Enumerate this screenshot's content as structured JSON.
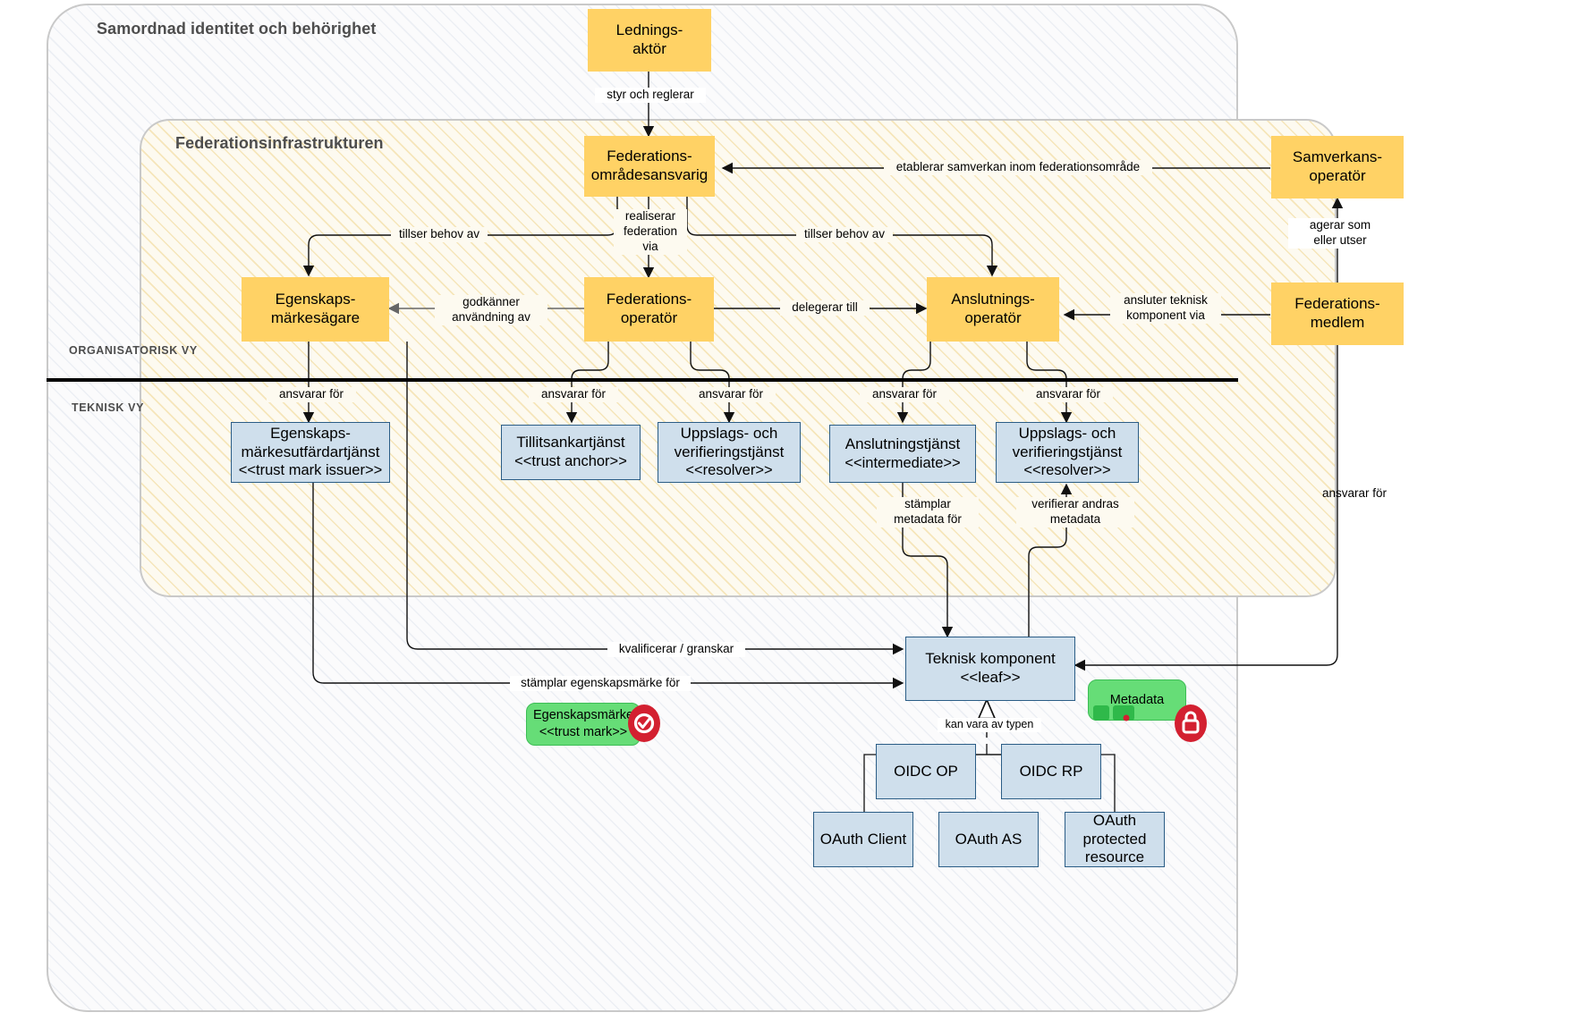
{
  "zones": {
    "outer_title": "Samordnad identitet och behörighet",
    "inner_title": "Federationsinfrastrukturen",
    "view_org": "ORGANISATORISK VY",
    "view_tech": "TEKNISK VY"
  },
  "colors": {
    "org_node": "#FFD265",
    "tech_node": "#CFDFEC",
    "tech_border": "#2B5D86",
    "badge_green": "#66DD77",
    "seal_red": "#D32030",
    "zone_border": "#C9C9C9",
    "divider": "#000000"
  },
  "nodes": {
    "ledningsaktor": {
      "line1": "Lednings-",
      "line2": "aktör"
    },
    "fed_omradesansvarig": {
      "line1": "Federations-",
      "line2": "områdesansvarig"
    },
    "egenskapsmarkesagare": {
      "line1": "Egenskaps-",
      "line2": "märkesägare"
    },
    "federationsoperator": {
      "line1": "Federations-",
      "line2": "operatör"
    },
    "anslutningsoperator": {
      "line1": "Anslutnings-",
      "line2": "operatör"
    },
    "samverkansoperator": {
      "line1": "Samverkans-",
      "line2": "operatör"
    },
    "federationsmedlem": {
      "line1": "Federations-",
      "line2": "medlem"
    },
    "em_utfardartjanst": {
      "line1": "Egenskaps-",
      "line2": "märkesutfärdartjänst",
      "line3": "<<trust mark issuer>>"
    },
    "tillitsankartjanst": {
      "line1": "Tillitsankartjänst",
      "line2": "<<trust anchor>>"
    },
    "uppslag_resolver_1": {
      "line1": "Uppslags- och",
      "line2": "verifieringstjänst",
      "line3": "<<resolver>>"
    },
    "anslutningstjanst": {
      "line1": "Anslutningstjänst",
      "line2": "<<intermediate>>"
    },
    "uppslag_resolver_2": {
      "line1": "Uppslags- och",
      "line2": "verifieringstjänst",
      "line3": "<<resolver>>"
    },
    "teknisk_komponent": {
      "line1": "Teknisk komponent",
      "line2": "<<leaf>>"
    },
    "oidc_op": {
      "line1": "OIDC OP"
    },
    "oidc_rp": {
      "line1": "OIDC RP"
    },
    "oauth_client": {
      "line1": "OAuth Client"
    },
    "oauth_as": {
      "line1": "OAuth AS"
    },
    "oauth_protected": {
      "line1": "OAuth",
      "line2": "protected",
      "line3": "resource"
    }
  },
  "badges": {
    "egenskapsmarke": {
      "line1": "Egenskapsmärke",
      "line2": "<<trust mark>>"
    },
    "metadata": {
      "line1": "Metadata"
    }
  },
  "edge_labels": {
    "styr_och_reglerar": "styr och reglerar",
    "realiserar_federation_via": "realiserar\nfederation\nvia",
    "tillser_behov_av_left": "tillser behov av",
    "tillser_behov_av_right": "tillser behov av",
    "godkanner_anvandning_av": "godkänner\nanvändning av",
    "delegerar_till": "delegerar till",
    "etablerar_samverkan": "etablerar samverkan inom federationsområde",
    "agerar_som_eller_utser": "agerar som\neller utser",
    "ansluter_teknisk_komponent_via": "ansluter teknisk\nkomponent via",
    "ansvarar_for_1": "ansvarar för",
    "ansvarar_for_2": "ansvarar för",
    "ansvarar_for_3": "ansvarar för",
    "ansvarar_for_4": "ansvarar för",
    "ansvarar_for_5": "ansvarar för",
    "ansvarar_for_medlem": "ansvarar för",
    "stamplar_metadata_for": "stämplar\nmetadata för",
    "verifierar_andras_metadata": "verifierar andras\nmetadata",
    "kvalificerar_granskar": "kvalificerar / granskar",
    "stamplar_egenskapsmarke_for": "stämplar egenskapsmärke för",
    "kan_vara_av_typen": "kan vara av typen"
  }
}
